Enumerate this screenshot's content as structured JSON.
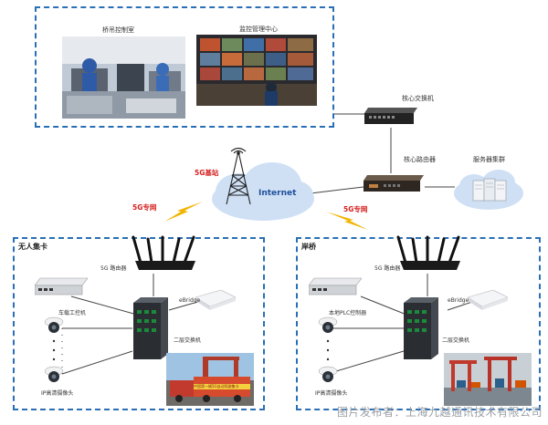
{
  "top_panel": {
    "photo1_caption": "桥吊控制室",
    "photo2_caption": "监控管理中心"
  },
  "core": {
    "core_switch": "核心交换机",
    "core_router": "核心路由器",
    "server_cluster": "服务器集群",
    "base_station": "5G基站",
    "internet": "Internet",
    "private_net_left": "5G专网",
    "private_net_right": "5G专网"
  },
  "left_panel": {
    "title": "无人集卡",
    "router": "5G 路由器",
    "ipc": "车载工控机",
    "bridge": "eBridge",
    "switch": "二层交换机",
    "camera": "IP高清摄像头",
    "truck_banner": "中国第一辆5G自动驾驶集卡"
  },
  "right_panel": {
    "title": "岸桥",
    "router": "5G 路由器",
    "plc": "本地PLC控制器",
    "bridge": "eBridge",
    "switch": "二层交换机",
    "camera": "IP高清摄像头"
  },
  "watermark": "图片发布者：上海九越通讯技术有限公司",
  "colors": {
    "dash_border": "#2a6fb5",
    "cloud": "#cfe0f5",
    "lightning": "#f2b400",
    "red_label": "#d62020"
  }
}
